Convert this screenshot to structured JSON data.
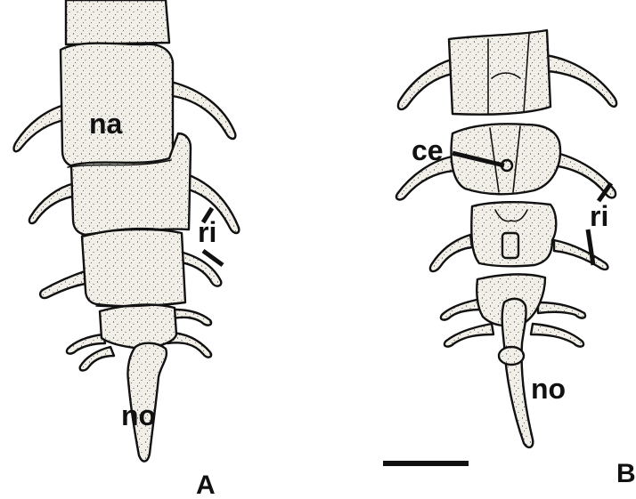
{
  "figure": {
    "panels": {
      "A": "A",
      "B": "B"
    },
    "labels": {
      "na": "na",
      "ri_a": "ri",
      "no_a": "no",
      "ce": "ce",
      "ri_b": "ri",
      "no_b": "no"
    }
  }
}
